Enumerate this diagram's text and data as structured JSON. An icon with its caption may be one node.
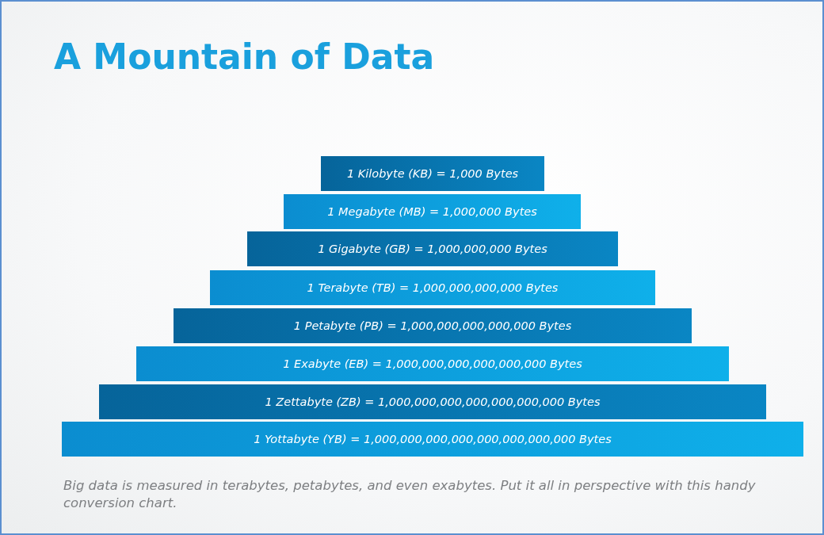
{
  "diagram": {
    "title": "A Mountain of Data",
    "nodes": [
      {
        "text": [
          "1 Kilobyte (KB) = 1,000 Bytes"
        ]
      },
      {
        "text": [
          "1 Megabyte (MB) = 1,000,000 Bytes"
        ]
      },
      {
        "text": [
          "1 Gigabyte (GB) = 1,000,000,000 Bytes"
        ]
      },
      {
        "text": [
          "1 Terabyte (TB) = 1,000,000,000,000 Bytes"
        ]
      },
      {
        "text": [
          "1 Petabyte (PB) = 1,000,000,000,000,000 Bytes"
        ]
      },
      {
        "text": [
          "1 Exabyte (EB) = 1,000,000,000,000,000,000 Bytes"
        ]
      },
      {
        "text": [
          "1 Zettabyte (ZB) = 1,000,000,000,000,000,000,000 Bytes"
        ]
      },
      {
        "text": [
          "1 Yottabyte (YB) = 1,000,000,000,000,000,000,000,000 Bytes"
        ]
      }
    ],
    "caption": "Big data is measured in terabytes, petabytes, and even exabytes. Put it all in perspective with this handy conversion chart."
  }
}
